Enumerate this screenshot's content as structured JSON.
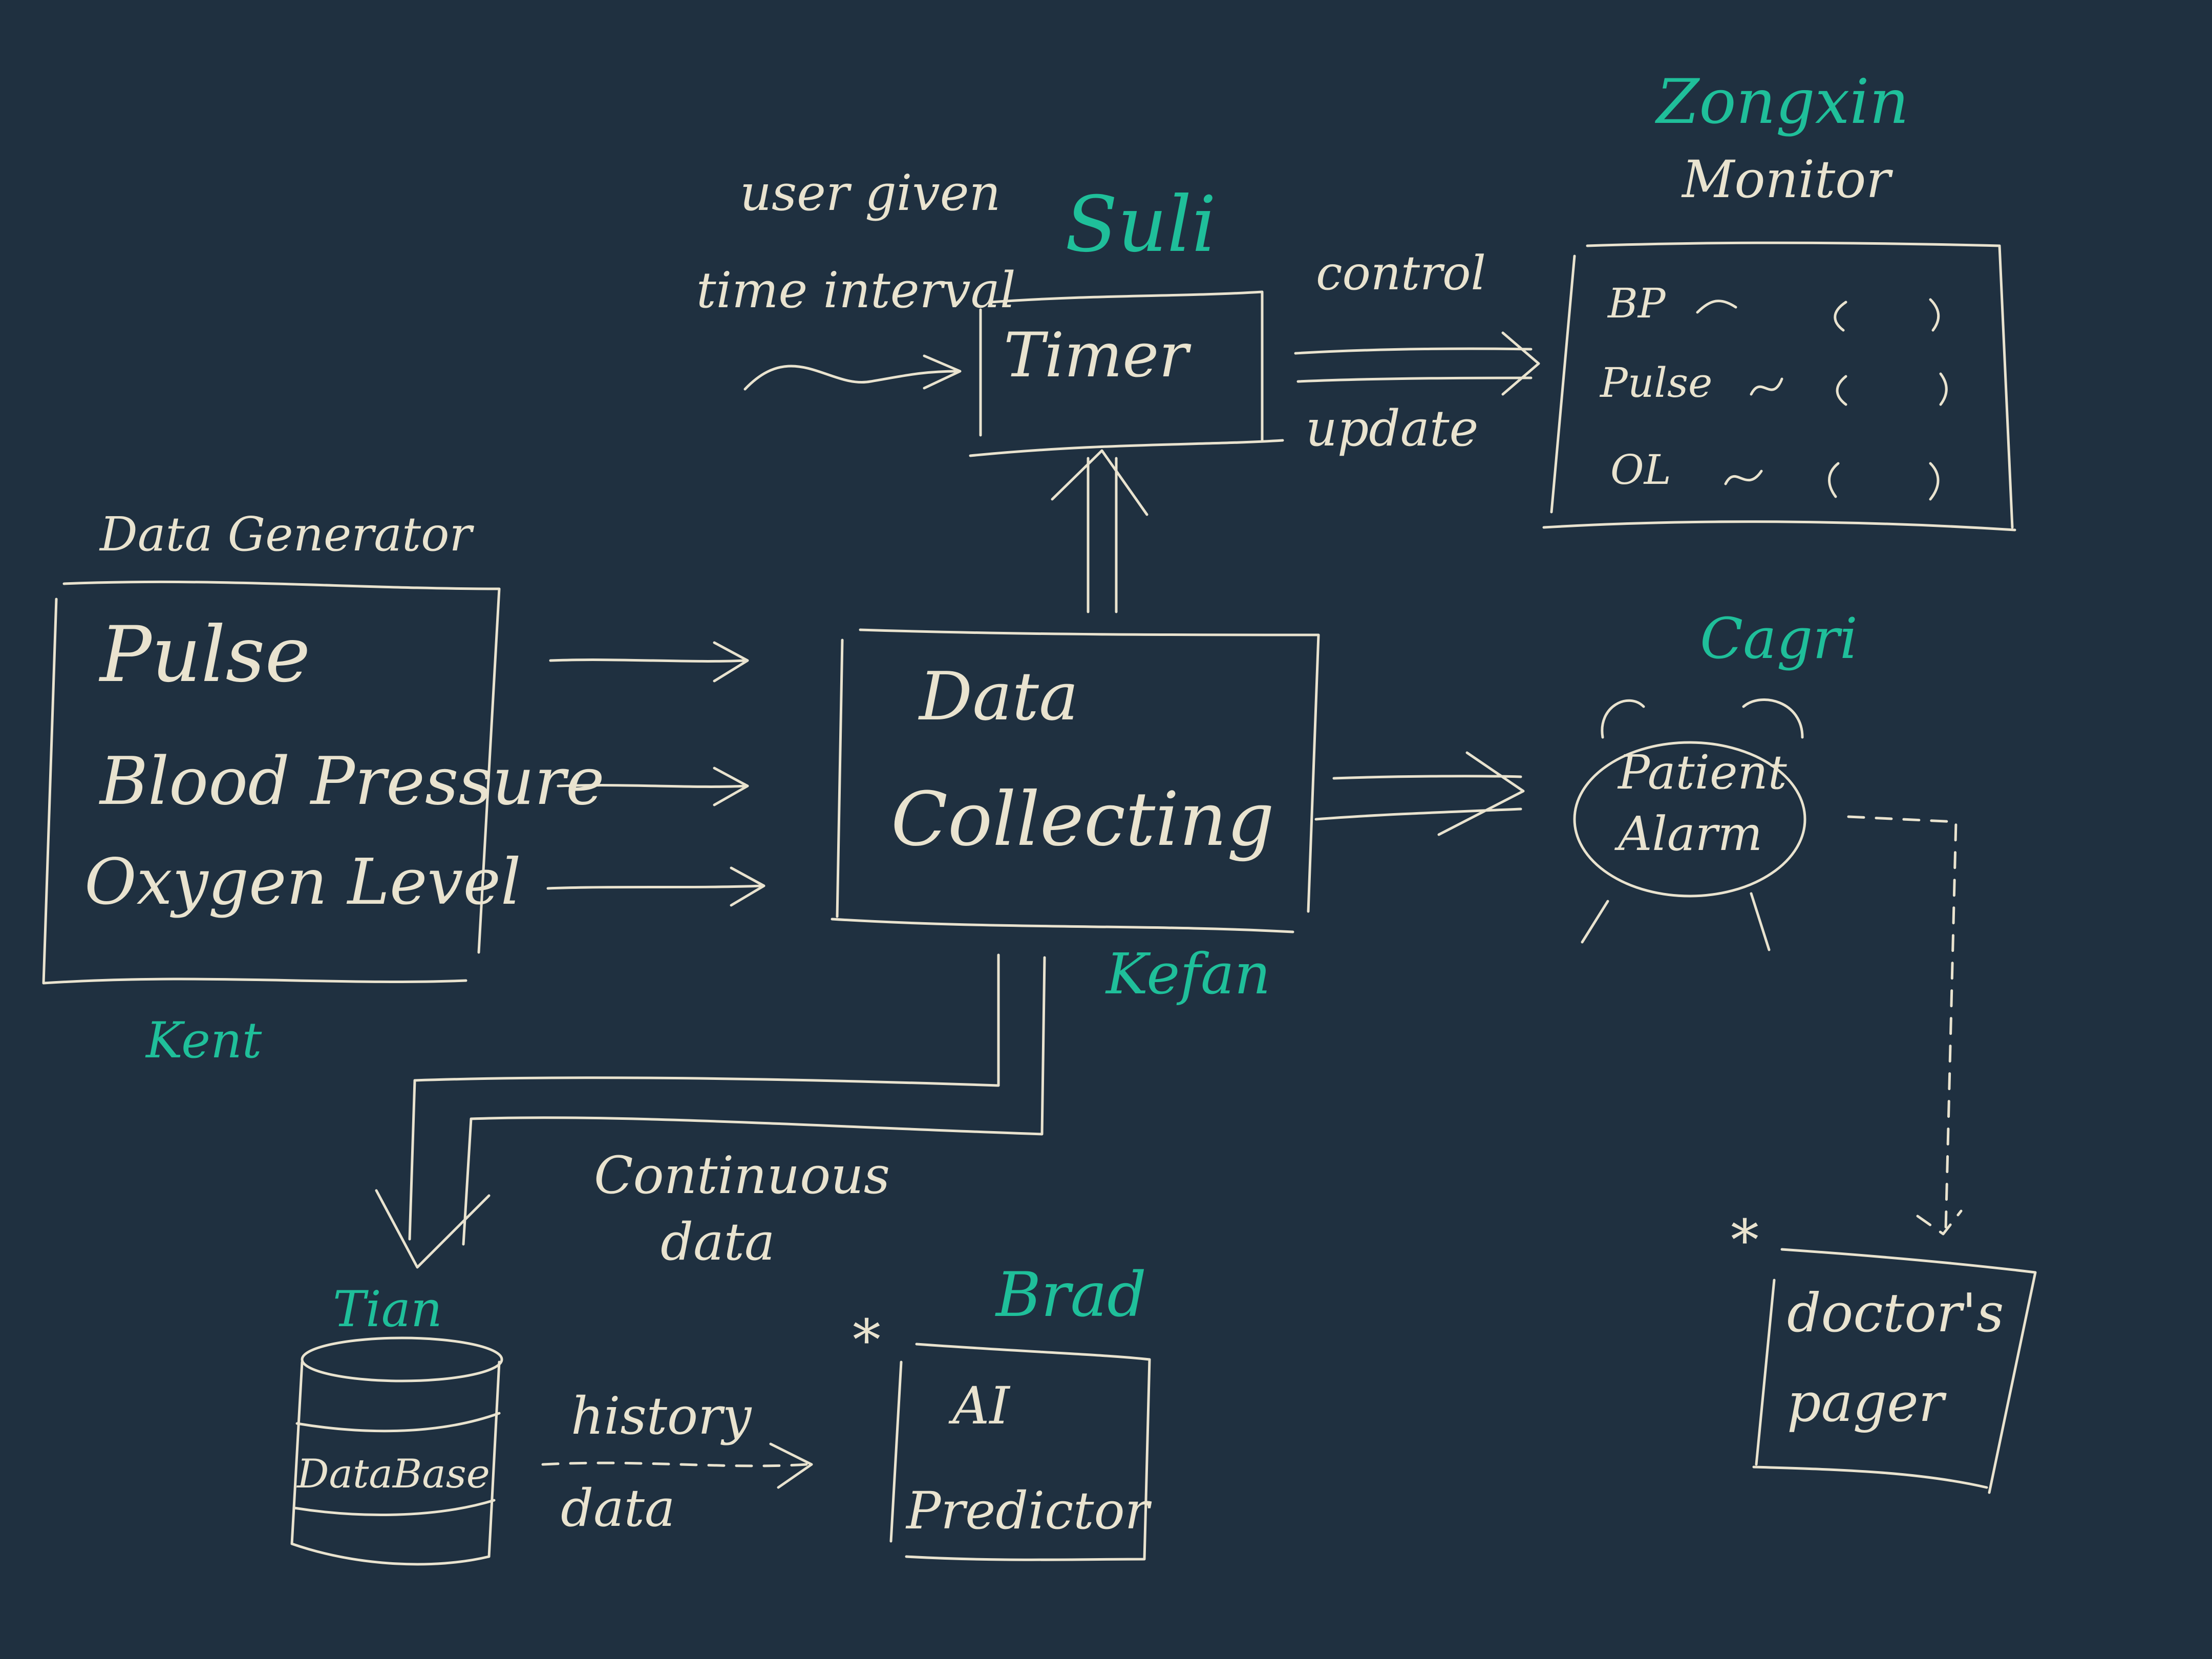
{
  "colors": {
    "background": "#1f3040",
    "ink": "#e9e3cf",
    "name_accent": "#1fbf9a"
  },
  "data_generator": {
    "title": "Data Generator",
    "signals": [
      "Pulse",
      "Blood Pressure",
      "Oxygen Level"
    ],
    "owner": "Kent"
  },
  "timer": {
    "label": "Timer",
    "owner": "Suli",
    "input_label_line1": "user given",
    "input_label_line2": "time interval",
    "control_label": "control",
    "update_label": "update"
  },
  "monitor": {
    "owner": "Zongxin",
    "title": "Monitor",
    "rows": [
      {
        "label": "BP"
      },
      {
        "label": "Pulse"
      },
      {
        "label": "OL"
      }
    ]
  },
  "data_collecting": {
    "label_line1": "Data",
    "label_line2": "Collecting",
    "owner": "Kefan"
  },
  "patient_alarm": {
    "owner": "Cagri",
    "label_line1": "Patient",
    "label_line2": "Alarm"
  },
  "database": {
    "owner": "Tian",
    "label": "DataBase",
    "stream_label_line1": "Continuous",
    "stream_label_line2": "data"
  },
  "ai_predictor": {
    "owner": "Brad",
    "star": "*",
    "label_line1": "AI",
    "label_line2": "Predictor",
    "history_label_line1": "history",
    "history_label_line2": "data"
  },
  "pager": {
    "star": "*",
    "label_line1": "doctor's",
    "label_line2": "pager"
  }
}
